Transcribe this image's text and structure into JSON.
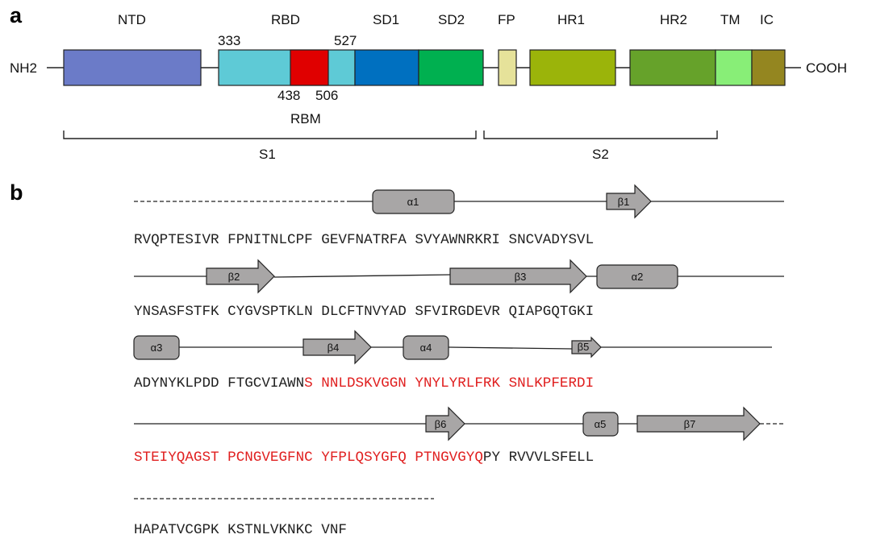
{
  "panel_a": {
    "label": "a",
    "nterm": "NH2",
    "cterm": "COOH",
    "domains": [
      {
        "name": "NTD",
        "color": "#6b7bc8"
      },
      {
        "name": "RBD",
        "color": "#5ecad6"
      },
      {
        "name": "RBM",
        "color": "#e00000"
      },
      {
        "name": "SD1",
        "color": "#0070c0"
      },
      {
        "name": "SD2",
        "color": "#00b050"
      },
      {
        "name": "FP",
        "color": "#e6e29a"
      },
      {
        "name": "HR1",
        "color": "#9bb40a"
      },
      {
        "name": "HR2",
        "color": "#66a22a"
      },
      {
        "name": "TM",
        "color": "#88ee77"
      },
      {
        "name": "IC",
        "color": "#948620"
      }
    ],
    "positions": {
      "p333": "333",
      "p527": "527",
      "p438": "438",
      "p506": "506"
    },
    "rbm_label": "RBM",
    "rbm_color": "#e0007a",
    "s1": {
      "label": "S1",
      "color": "#3a8fd8"
    },
    "s2": {
      "label": "S2",
      "color": "#8cc43c"
    }
  },
  "panel_b": {
    "label": "b",
    "highlight_color": "#e02020",
    "lines": [
      [
        {
          "text": "RVQPTESIVR FPNITNLCPF GEVFNATRFA SVYAWNRKRI SNCVADYSVL",
          "red": false
        }
      ],
      [
        {
          "text": "YNSASFSTFK CYGVSPTKLN DLCFTNVYAD SFVIRGDEVR QIAPGQTGKI",
          "red": false
        }
      ],
      [
        {
          "text": "ADYNYKLPDD FTGCVIAWN",
          "red": false
        },
        {
          "text": "S NNLDSKVGGN YNYLYRLFRK SNLKPFERDI",
          "red": true
        }
      ],
      [
        {
          "text": "STEIYQAGST PCNGVEGFNC YFPLQSYGFQ PTNGVGYQ",
          "red": true
        },
        {
          "text": "PY RVVVLSFELL",
          "red": false
        }
      ],
      [
        {
          "text": "HAPATVCGPK KSTNLVKNKC VNF",
          "red": false
        }
      ]
    ],
    "helices": [
      "α1",
      "α2",
      "α3",
      "α4",
      "α5"
    ],
    "strands": [
      "β1",
      "β2",
      "β3",
      "β4",
      "β5",
      "β6",
      "β7"
    ]
  }
}
